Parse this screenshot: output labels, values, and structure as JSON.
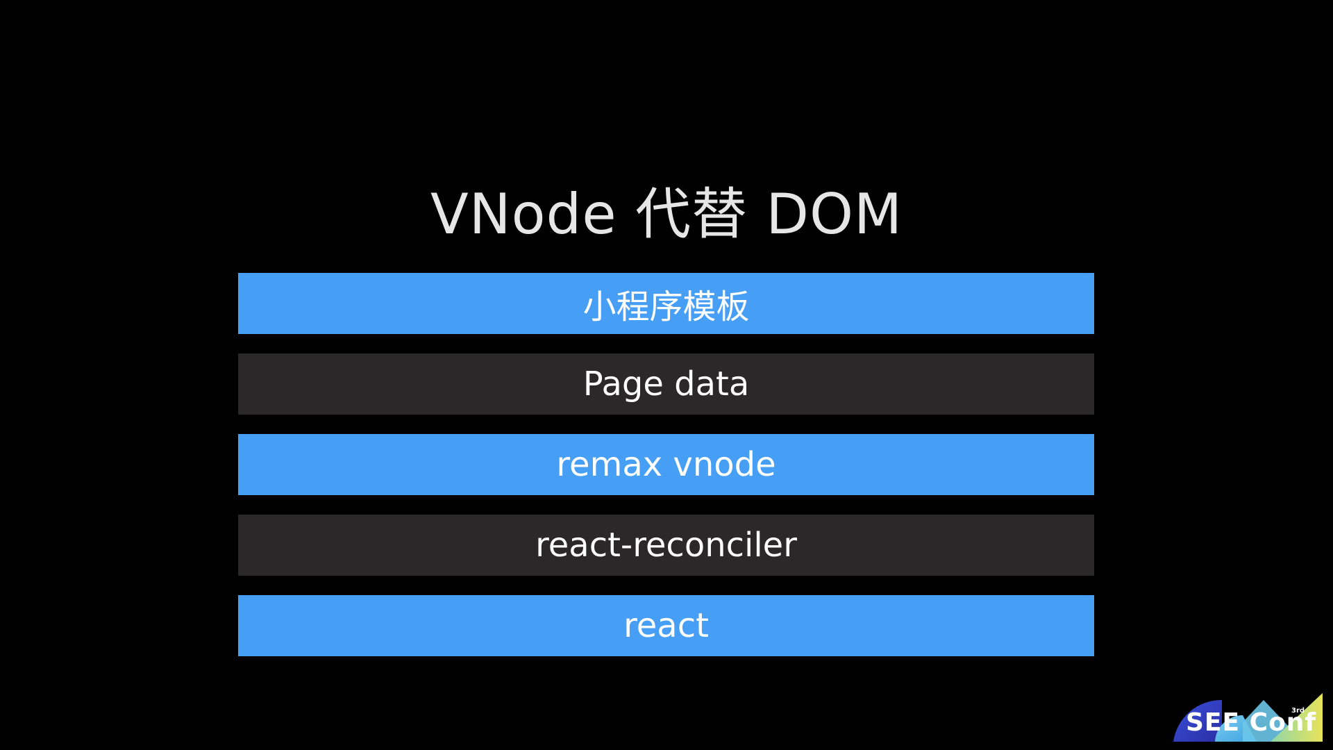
{
  "title": "VNode 代替 DOM",
  "layers": [
    {
      "label": "小程序模板",
      "style": "accent"
    },
    {
      "label": "Page data",
      "style": "dark"
    },
    {
      "label": "remax vnode",
      "style": "accent"
    },
    {
      "label": "react-reconciler",
      "style": "dark"
    },
    {
      "label": "react",
      "style": "accent"
    }
  ],
  "logo": {
    "text": "SEE Conf",
    "edition": "3rd"
  },
  "colors": {
    "background": "#000000",
    "accent": "#479ef5",
    "dark": "#2a2829",
    "title": "#e6e6e6"
  }
}
